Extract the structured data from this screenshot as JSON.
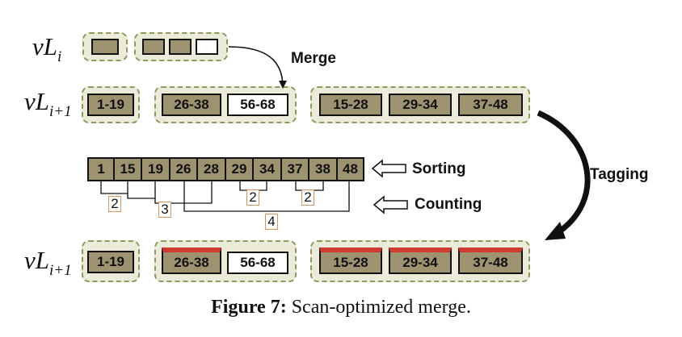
{
  "rows": {
    "label_prefix": "vL",
    "row1_sub": "i",
    "row2_sub": "i+1",
    "row3_sub": "i+1"
  },
  "top_row": {
    "group1_boxes": [
      "",
      ""
    ],
    "group2_boxes": [
      "",
      "",
      ""
    ]
  },
  "middle_row": {
    "group1": [
      "1-19"
    ],
    "group2": [
      "26-38",
      "56-68"
    ],
    "group3": [
      "15-28",
      "29-34",
      "37-48"
    ]
  },
  "bottom_row": {
    "group1": [
      "1-19"
    ],
    "group2": [
      "26-38",
      "56-68"
    ],
    "group3": [
      "15-28",
      "29-34",
      "37-48"
    ]
  },
  "sorted_values": [
    "1",
    "15",
    "19",
    "26",
    "28",
    "29",
    "34",
    "37",
    "38",
    "48"
  ],
  "counts": [
    "2",
    "3",
    "2",
    "4",
    "2"
  ],
  "labels": {
    "merge": "Merge",
    "sorting": "Sorting",
    "counting": "Counting",
    "tagging": "Tagging"
  },
  "caption": {
    "prefix": "Figure 7:",
    "text": "Scan-optimized merge."
  },
  "colors": {
    "group_fill": "#ecebd9",
    "group_border": "#8b9a5e",
    "box_fill": "#9e9370",
    "tag_bar": "#cf3b2e",
    "count_border": "#e0915a"
  }
}
